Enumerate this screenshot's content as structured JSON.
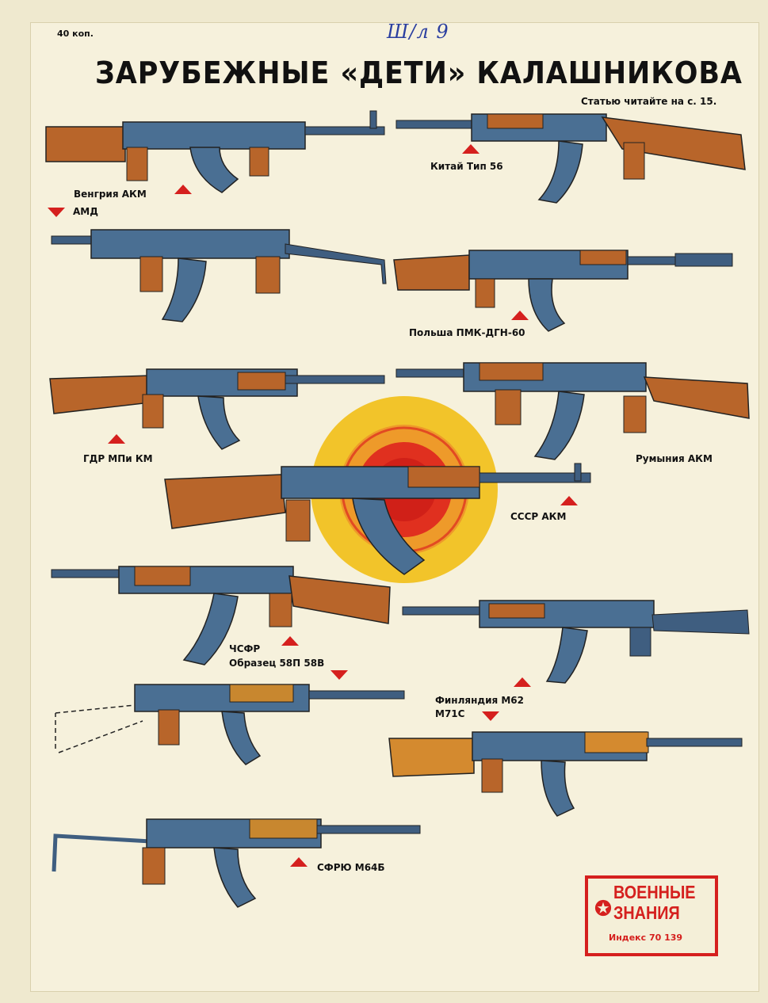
{
  "header": {
    "price": "40 коп.",
    "handwritten_note": "Ш/л 9",
    "title": "ЗАРУБЕЖНЫЕ «ДЕТИ» КАЛАШНИКОВА",
    "subtitle": "Статью читайте на с. 15."
  },
  "labels": {
    "hungary_akm": "Венгрия АКМ",
    "amd": "АМД",
    "china": "Китай  Тип 56",
    "poland": "Польша ПМК-ДГН-60",
    "gdr": "ГДР  МПи КМ",
    "romania": "Румыния АКМ",
    "ussr": "СССР  АКМ",
    "czech_line1": "ЧСФР",
    "czech_line2": "Образец 58П 58В",
    "finland_line1": "Финляндия М62",
    "finland_line2": "М71С",
    "yugoslavia": "СФРЮ  М64Б"
  },
  "logo": {
    "line1": "ВОЕННЫЕ",
    "line2": "ЗНАНИЯ",
    "index": "Индекс  70 139",
    "icon": "red-star-icon"
  },
  "colors": {
    "accent_red": "#d5201e",
    "target_yellow": "#f2c42a",
    "wood": "#b8652a",
    "metal": "#4a6f93"
  }
}
